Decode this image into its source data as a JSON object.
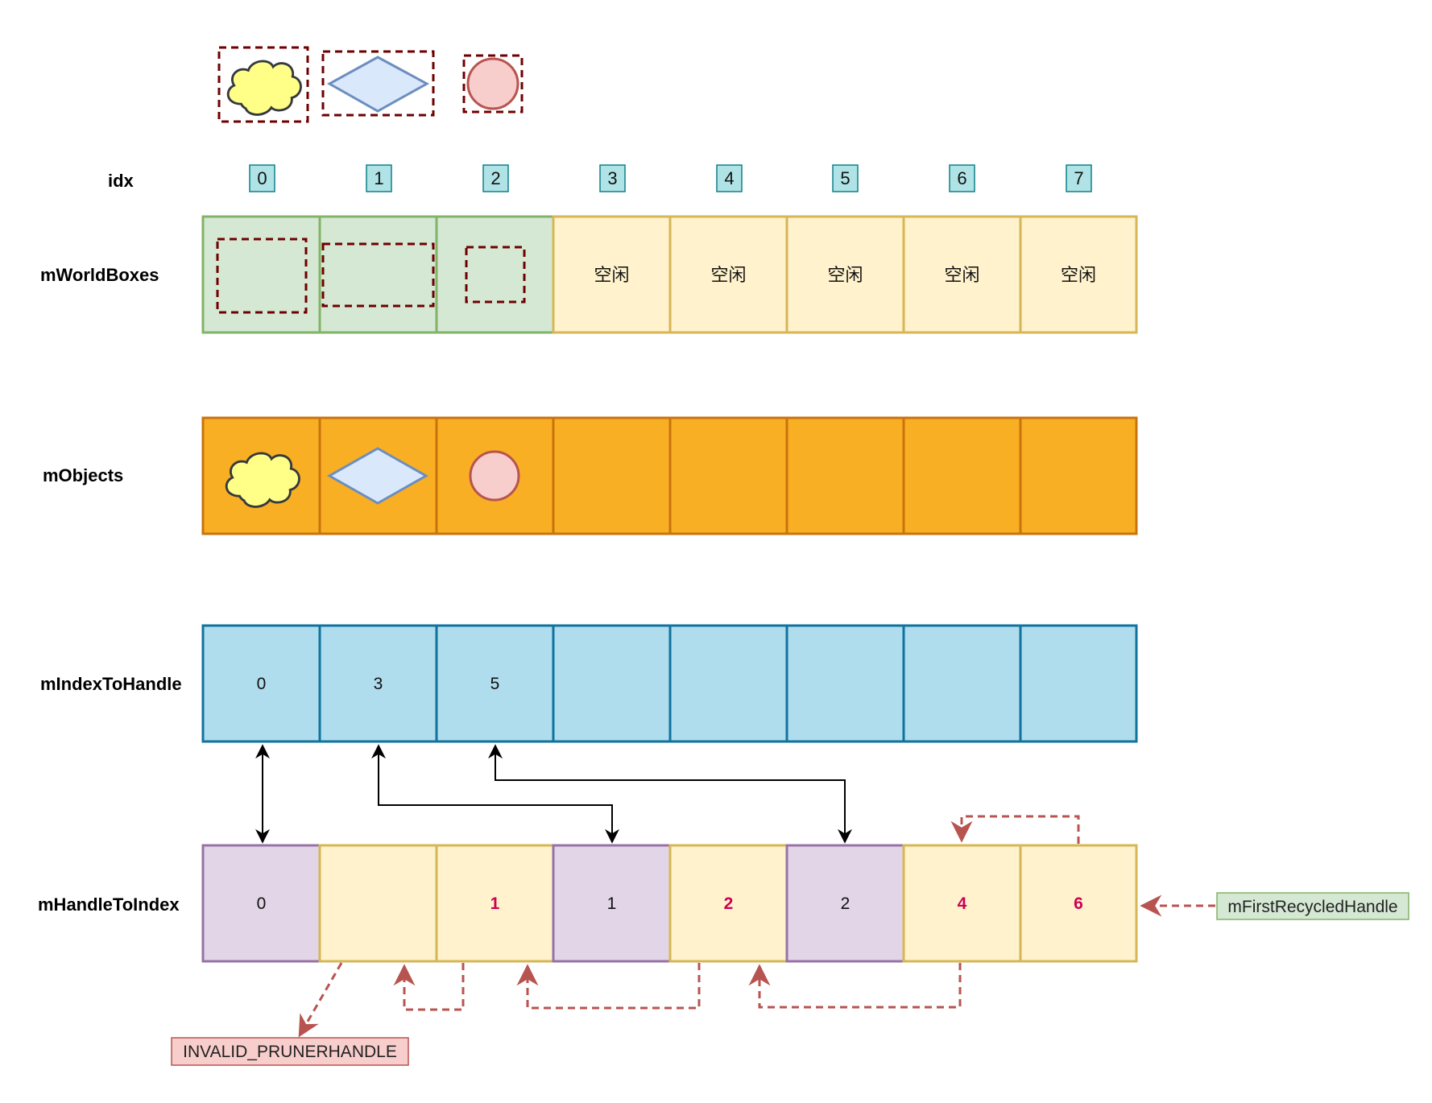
{
  "rows": {
    "idx": "idx",
    "world_boxes": "mWorldBoxes",
    "objects": "mObjects",
    "index_to_handle": "mIndexToHandle",
    "handle_to_index": "mHandleToIndex"
  },
  "idx_values": [
    "0",
    "1",
    "2",
    "3",
    "4",
    "5",
    "6",
    "7"
  ],
  "world_boxes": {
    "free_label": "空闲",
    "occupied_count": 3
  },
  "objects": {
    "shapes": [
      "cloud",
      "diamond",
      "circle"
    ]
  },
  "index_to_handle": [
    "0",
    "3",
    "5",
    "",
    "",
    "",
    "",
    ""
  ],
  "handle_to_index": [
    {
      "value": "0",
      "state": "used"
    },
    {
      "value": "",
      "state": "free"
    },
    {
      "value": "1",
      "state": "free"
    },
    {
      "value": "1",
      "state": "used"
    },
    {
      "value": "2",
      "state": "free"
    },
    {
      "value": "2",
      "state": "used"
    },
    {
      "value": "4",
      "state": "free"
    },
    {
      "value": "6",
      "state": "free"
    }
  ],
  "tags": {
    "invalid": "INVALID_PRUNERHANDLE",
    "first_recycled": "mFirstRecycledHandle"
  },
  "colors": {
    "used_green": "#d5e8d4",
    "free_yellow": "#fff2cc",
    "objects_orange": "#f9af23",
    "index_blue": "#b0dded",
    "handle_purple": "#e1d5e7",
    "idx_teal": "#b0e3e6",
    "link_red": "#b85450"
  }
}
